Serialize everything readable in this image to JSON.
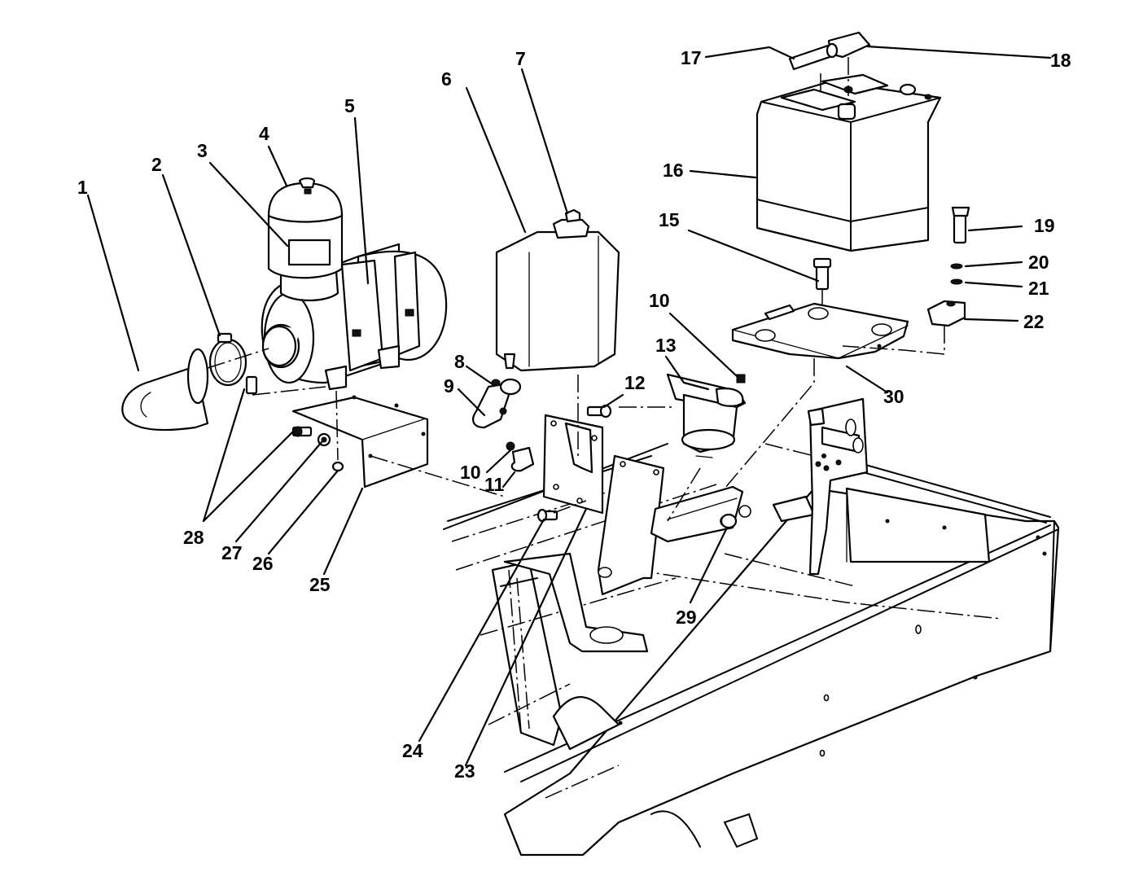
{
  "callouts": [
    "1",
    "2",
    "3",
    "4",
    "5",
    "6",
    "7",
    "8",
    "9",
    "10",
    "10",
    "11",
    "12",
    "13",
    "15",
    "16",
    "17",
    "18",
    "19",
    "20",
    "21",
    "22",
    "23",
    "24",
    "25",
    "26",
    "27",
    "28",
    "29",
    "30"
  ]
}
